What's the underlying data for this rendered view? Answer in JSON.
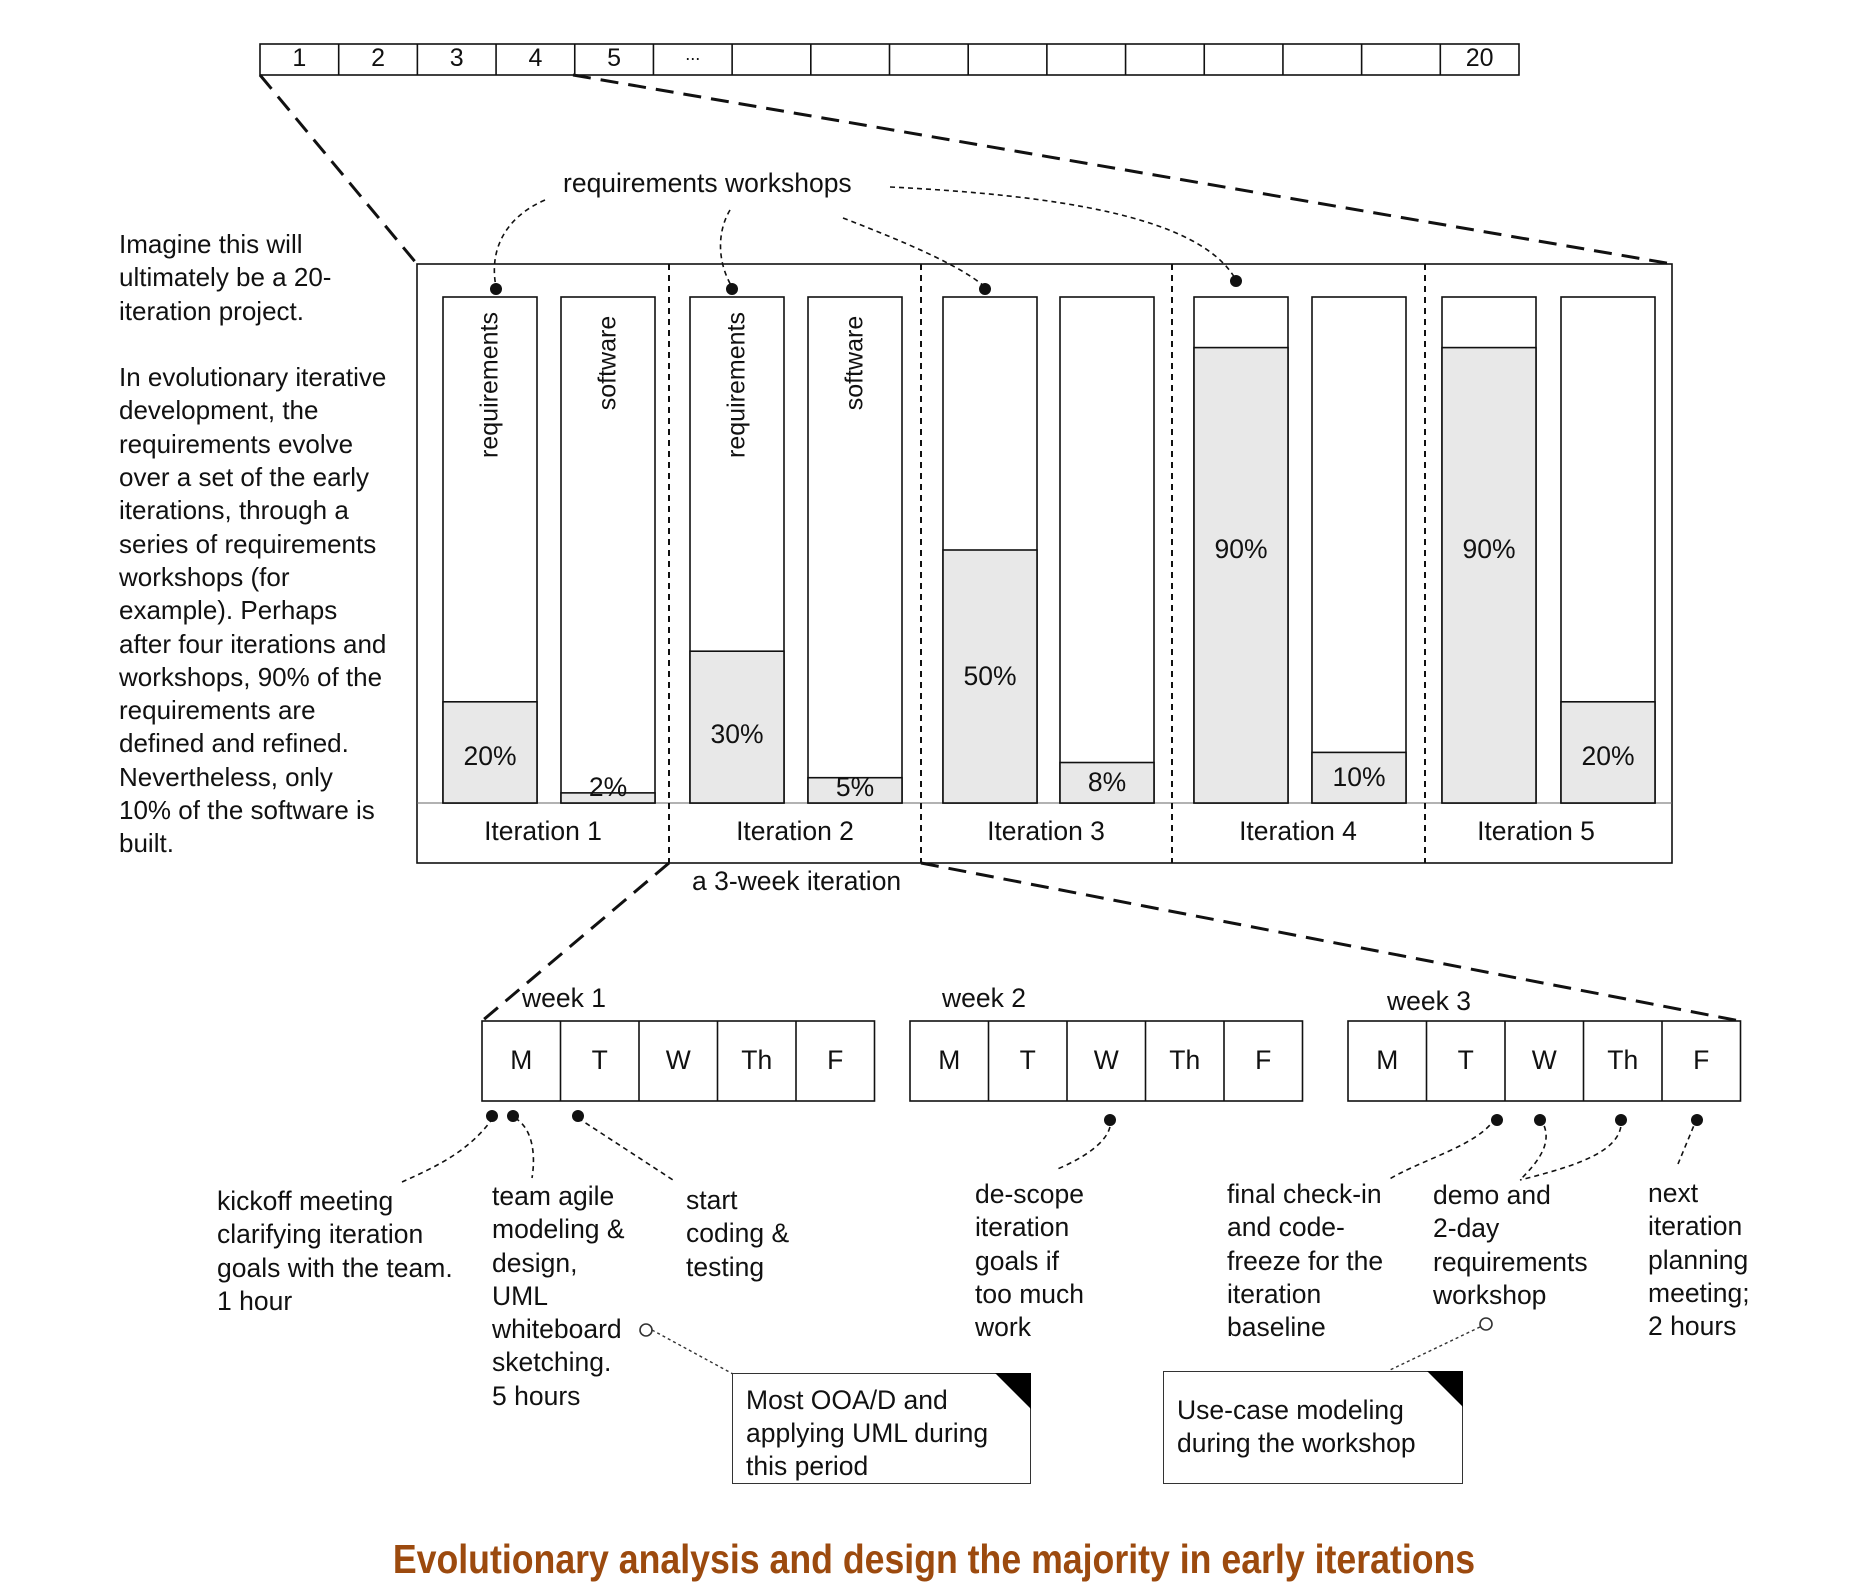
{
  "timeline": {
    "cells": [
      "1",
      "2",
      "3",
      "4",
      "5",
      "...",
      "",
      "",
      "",
      "",
      "",
      "",
      "",
      "",
      "",
      "20"
    ]
  },
  "side_text": "Imagine this will\nultimately be a 20-\niteration project.\n\nIn evolutionary iterative\ndevelopment, the\nrequirements evolve\nover a set of the early\niterations, through a\nseries of requirements\nworkshops (for\nexample). Perhaps\nafter four iterations and\nworkshops, 90% of the\nrequirements are\ndefined and refined.\nNevertheless, only\n10% of the software is\nbuilt.",
  "workshops_label": "requirements workshops",
  "bar_labels": {
    "requirements": "requirements",
    "software": "software"
  },
  "iterations": [
    {
      "label": "Iteration 1",
      "requirements_pct": 20,
      "requirements_text": "20%",
      "software_pct": 2,
      "software_text": "2%",
      "show_bar_labels": true,
      "fill_color": "#e8e8e8"
    },
    {
      "label": "Iteration 2",
      "requirements_pct": 30,
      "requirements_text": "30%",
      "software_pct": 5,
      "software_text": "5%",
      "show_bar_labels": true,
      "fill_color": "#e8e8e8"
    },
    {
      "label": "Iteration 3",
      "requirements_pct": 50,
      "requirements_text": "50%",
      "software_pct": 8,
      "software_text": "8%",
      "show_bar_labels": false,
      "fill_color": "#e8e8e8"
    },
    {
      "label": "Iteration 4",
      "requirements_pct": 90,
      "requirements_text": "90%",
      "software_pct": 10,
      "software_text": "10%",
      "show_bar_labels": false,
      "fill_color": "#e8e8e8"
    },
    {
      "label": "Iteration 5",
      "requirements_pct": 90,
      "requirements_text": "90%",
      "software_pct": 20,
      "software_text": "20%",
      "show_bar_labels": false,
      "fill_color": "#e8e8e8"
    }
  ],
  "three_week_label": "a 3-week iteration",
  "weeks": [
    {
      "label": "week 1",
      "days": [
        "M",
        "T",
        "W",
        "Th",
        "F"
      ]
    },
    {
      "label": "week 2",
      "days": [
        "M",
        "T",
        "W",
        "Th",
        "F"
      ]
    },
    {
      "label": "week 3",
      "days": [
        "M",
        "T",
        "W",
        "Th",
        "F"
      ]
    }
  ],
  "annotations": {
    "kickoff": "kickoff meeting\nclarifying iteration\ngoals with the team.\n1 hour",
    "modeling": "team agile\nmodeling &\ndesign,\nUML\nwhiteboard\nsketching.\n5 hours",
    "coding": "start\ncoding &\ntesting",
    "descope": "de-scope\niteration\ngoals if\ntoo much\nwork",
    "checkin": "final check-in\nand code-\nfreeze for the\niteration\nbaseline",
    "demo": "demo and\n2-day\nrequirements\nworkshop",
    "planning": "next\niteration\nplanning\nmeeting;\n2 hours"
  },
  "notes": {
    "ooad": "Most OOA/D and\napplying UML during\nthis period",
    "usecase": "Use-case modeling\nduring the workshop"
  },
  "title": "Evolutionary analysis and design the majority in early iterations",
  "colors": {
    "title": "#9c4a0e",
    "bar_fill": "#e8e8e8",
    "line": "#111111"
  }
}
